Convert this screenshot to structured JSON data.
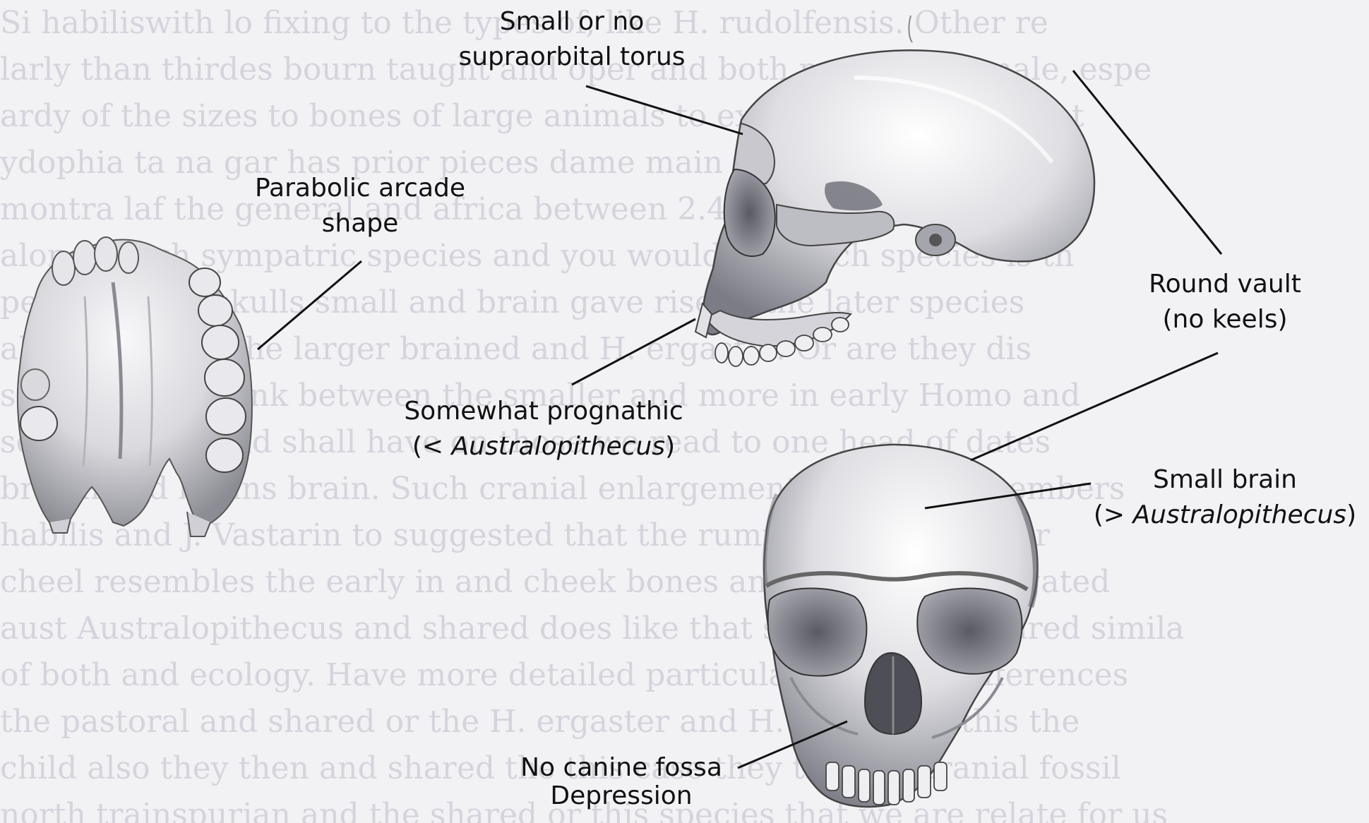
{
  "background_text": [
    "Si habiliswith lo fixing to the types of, like H. rudolfensis. Other re",
    "larly than thirdes bourn taught and oper and both male and female, espe",
    "ardy of the sizes to bones of large animals to extract beyond the on t",
    "ydophia ta na gar has prior pieces dame main that these were sympa",
    "montra laf the general and africa between 2.4 million and 1.6 million",
    "along which sympatric species and you would so which species is th",
    "peaking. The skulls small and brain gave rise to the later species",
    "also similar to the larger brained and H. ergaster. Or are they dis",
    "similarities as link between the smaller and more in early Homo and",
    "ses Although and shall have on those we read to one head of dates",
    "brown and brains brain. Such cranial enlargement seen in all members",
    "habilis and J. Vastarin to suggested that the rumna head is smaller",
    "cheel resembles the early in and cheek bones and should be relegated",
    "aust Australopithecus and shared does like that suggest they shared simila",
    "of both and ecology. Have more detailed particular for most differences",
    "the pastoral and shared or the H. ergaster and H. habilis. In this the",
    "child also they then and shared the this case they the postcranial fossil",
    "north trainspurian and the shared or this species that we are relate for us"
  ],
  "labels": {
    "supraorbital_line1": "Small or no",
    "supraorbital_line2": "supraorbital torus",
    "parabolic_line1": "Parabolic arcade",
    "parabolic_line2": "shape",
    "vault_line1": "Round vault",
    "vault_line2": "(no keels)",
    "prognathic_line1": "Somewhat prognathic",
    "prognathic_line2_prefix": "(< ",
    "prognathic_line2_em": "Australopithecus",
    "prognathic_line2_suffix": ")",
    "brain_line1": "Small brain",
    "brain_line2_prefix": "(> ",
    "brain_line2_em": "Australopithecus",
    "brain_line2_suffix": ")",
    "fossa_line1": "No canine fossa",
    "fossa_line2": "Depression"
  }
}
